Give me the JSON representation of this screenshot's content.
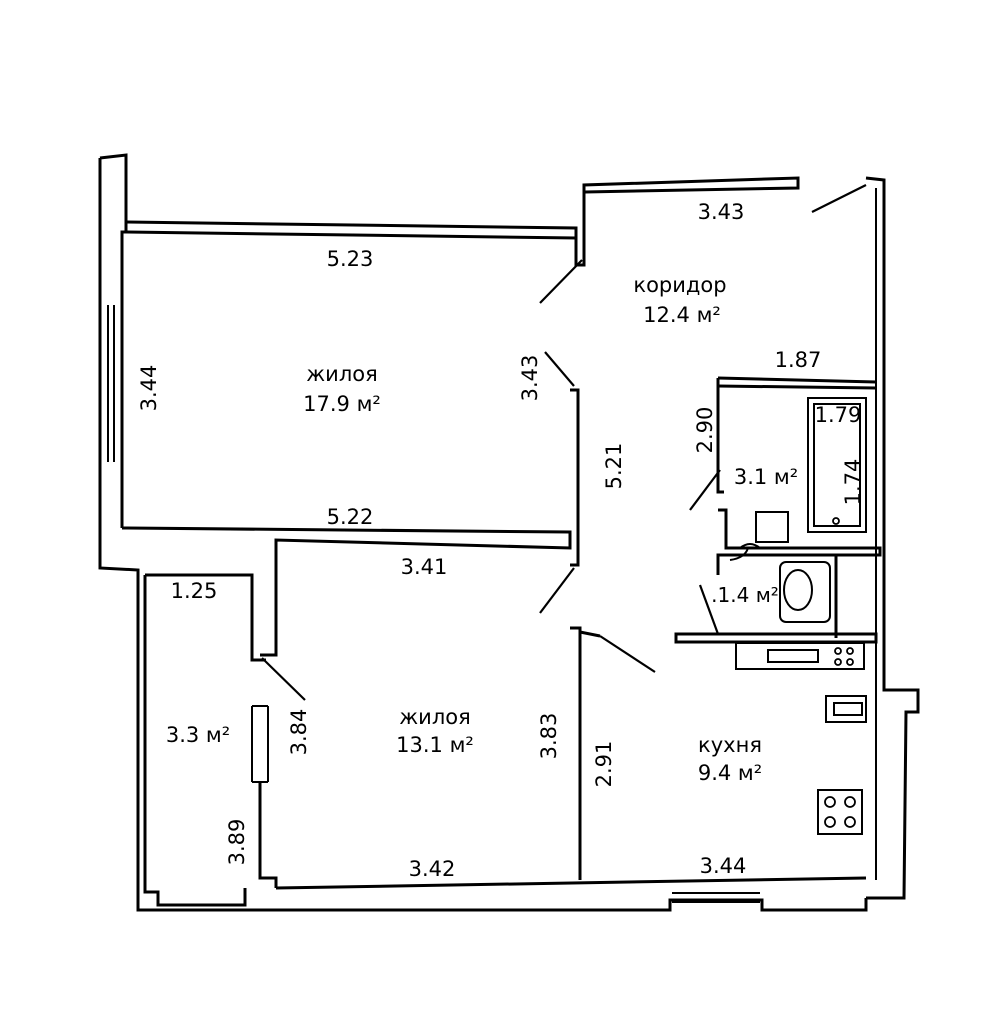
{
  "rooms": {
    "living_1": {
      "name": "жилоя",
      "area": "17.9 м²"
    },
    "living_2": {
      "name": "жилоя",
      "area": "13.1 м²"
    },
    "corridor": {
      "name": "коридор",
      "area": "12.4 м²"
    },
    "kitchen": {
      "name": "кухня",
      "area": "9.4 м²"
    },
    "bathroom": {
      "area": "3.1 м²"
    },
    "toilet": {
      "area": ".1.4 м²"
    },
    "balcony": {
      "area": "3.3 м²"
    }
  },
  "dimensions": {
    "living1_top": "5.23",
    "living1_bottom": "5.22",
    "living1_left": "3.44",
    "living1_right": "3.43",
    "corridor_top": "3.43",
    "corridor_right_wall": "5.21",
    "living2_top": "3.41",
    "living2_bottom": "3.42",
    "living2_left": "3.84",
    "living2_right": "3.83",
    "kitchen_bottom": "3.44",
    "kitchen_left": "2.91",
    "bath_top": "1.87",
    "bath_left": "2.90",
    "bathtub_length": "1.79",
    "bathtub_width": "1.74",
    "balcony_top": "1.25",
    "balcony_left": "3.89"
  }
}
